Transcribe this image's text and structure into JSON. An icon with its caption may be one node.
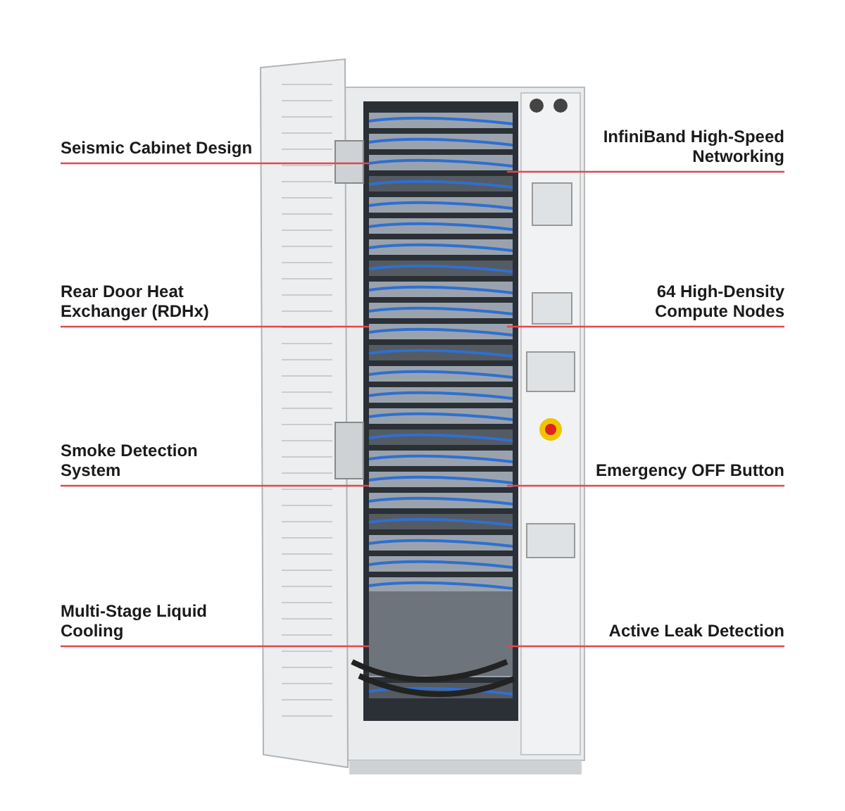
{
  "diagram": {
    "nodes": [
      {
        "text": [
          "Seismic Cabinet Design"
        ]
      },
      {
        "text": [
          "InfiniBand High-Speed Networking"
        ]
      },
      {
        "text": [
          "Rear Door Heat Exchanger (RDHx)"
        ]
      },
      {
        "text": [
          "64 High-Density Compute Nodes"
        ]
      },
      {
        "text": [
          "Smoke Detection System"
        ]
      },
      {
        "text": [
          "Emergency OFF Button"
        ]
      },
      {
        "text": [
          "Multi-Stage Liquid Cooling"
        ]
      },
      {
        "text": [
          "Active Leak Detection"
        ]
      }
    ],
    "edges": [
      {
        "from": 0,
        "to": null,
        "arrow": "none"
      },
      {
        "from": 1,
        "to": null,
        "arrow": "none"
      },
      {
        "from": 2,
        "to": null,
        "arrow": "none"
      },
      {
        "from": 3,
        "to": null,
        "arrow": "none"
      },
      {
        "from": 4,
        "to": null,
        "arrow": "none"
      },
      {
        "from": 5,
        "to": null,
        "arrow": "none"
      },
      {
        "from": 6,
        "to": null,
        "arrow": "none"
      },
      {
        "from": 7,
        "to": null,
        "arrow": "none"
      }
    ]
  }
}
